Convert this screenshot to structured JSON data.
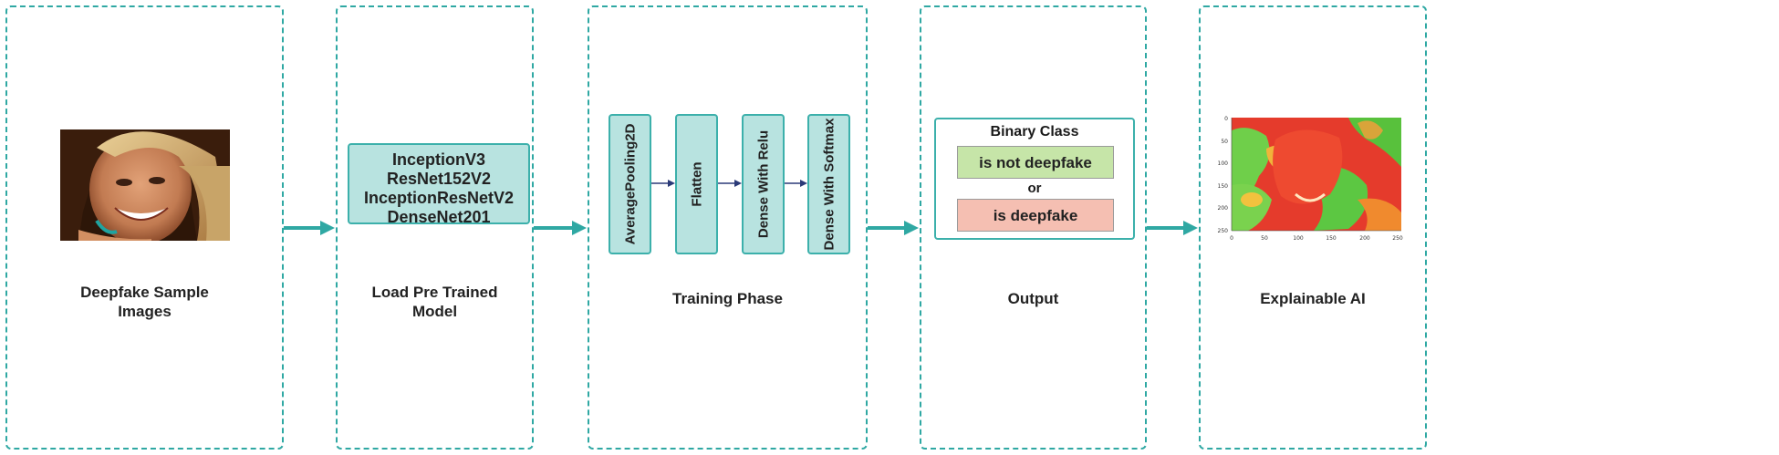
{
  "stages": [
    {
      "label_lines": [
        "Deepfake Sample",
        "Images"
      ]
    },
    {
      "label_lines": [
        "Load Pre Trained",
        "Model"
      ]
    },
    {
      "label_lines": [
        "Training Phase"
      ]
    },
    {
      "label_lines": [
        "Output"
      ]
    },
    {
      "label_lines": [
        "Explainable AI"
      ]
    }
  ],
  "models": [
    "InceptionV3",
    "ResNet152V2",
    "InceptionResNetV2",
    "DenseNet201"
  ],
  "layers": [
    "AveragePooling2D",
    "Flatten",
    "Dense With Relu",
    "Dense With Softmax"
  ],
  "output": {
    "title": "Binary Class",
    "not_deepfake": "is not deepfake",
    "or": "or",
    "deepfake": "is deepfake"
  },
  "heatmap_axes": {
    "y_ticks": [
      "0",
      "50",
      "100",
      "150",
      "200",
      "250"
    ],
    "x_ticks": [
      "0",
      "50",
      "100",
      "150",
      "200",
      "250"
    ]
  },
  "colors": {
    "accent": "#2fa8a3",
    "box_fill": "#b8e3e0",
    "not_deepfake_fill": "#c6e5a8",
    "deepfake_fill": "#f5bfb2",
    "small_arrow": "#2b3a78"
  }
}
